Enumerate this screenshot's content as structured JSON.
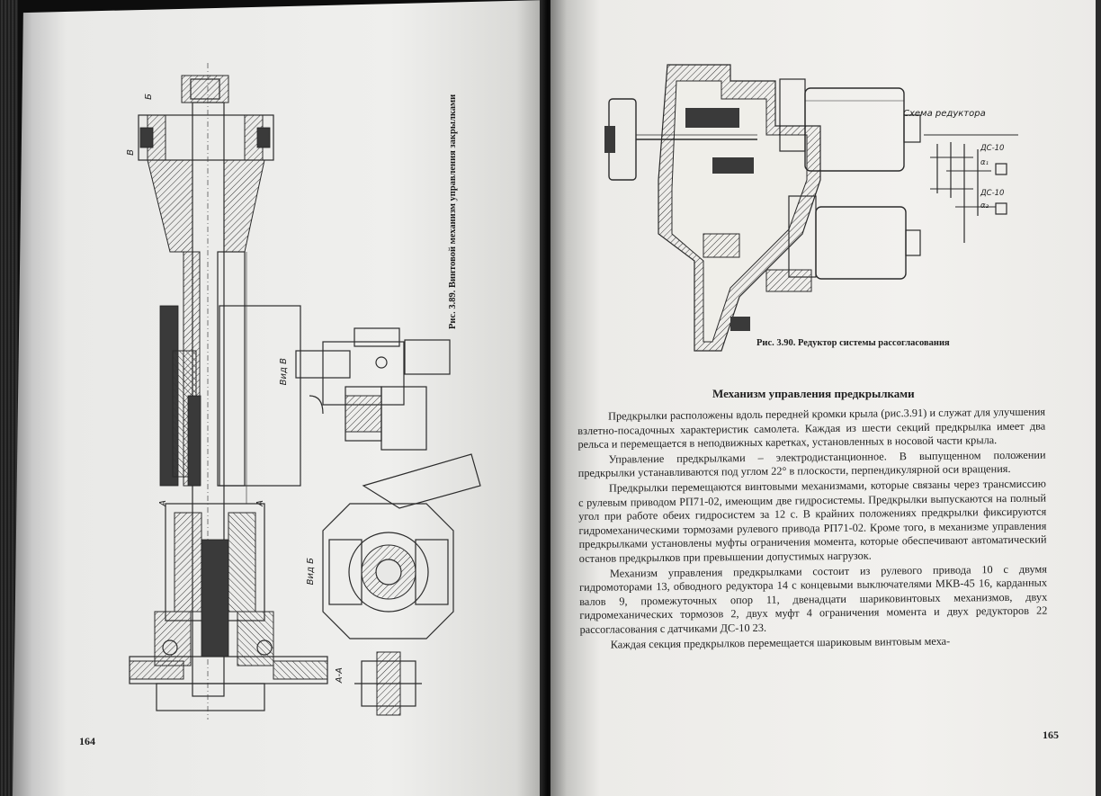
{
  "left_page": {
    "page_number": "164",
    "figure_caption": "Рис. 3.89. Винтовой механизм управления закрылками",
    "view_labels": [
      "Б",
      "В",
      "Вид В",
      "Вид Б",
      "А-А",
      "А",
      "А"
    ]
  },
  "right_page": {
    "page_number": "165",
    "figure_caption": "Рис. 3.90. Редуктор системы рассогласования",
    "scheme_label": "Схема редуктора",
    "scheme_ds1": "ДС-10",
    "scheme_alpha1": "α₁",
    "scheme_ds2": "ДС-10",
    "scheme_alpha2": "α₂",
    "section_title": "Механизм управления предкрылками",
    "paragraphs": [
      "Предкрылки расположены вдоль передней кромки крыла (рис.3.91) и служат для улучшения взлетно-посадочных характеристик самолета. Каждая из шести секций предкрылка имеет два рельса и перемещается в неподвижных каретках, установленных в носовой части крыла.",
      "Управление предкрылками – электродистанционное. В выпущенном положении предкрылки устанавливаются под углом 22° в плоскости, перпендикулярной оси вращения.",
      "Предкрылки перемещаются винтовыми механизмами, которые связаны через трансмиссию с рулевым приводом РП71-02, имеющим две гидросистемы. Предкрылки выпускаются на полный угол при работе обеих гидросистем за 12 с. В крайних положениях предкрылки фиксируются гидромеханическими тормозами рулевого привода РП71-02. Кроме того, в механизме управления предкрылками установлены муфты ограничения момента, которые обеспечивают автоматический останов предкрылков при превышении допустимых нагрузок.",
      "Механизм управления предкрылками состоит из рулевого привода 10 с двумя гидромоторами 13, обводного редуктора 14 с концевыми выключателями МКВ-45 16, карданных валов 9, промежуточных опор 11, двенадцати шариковинтовых механизмов, двух гидромеханических тормозов 2, двух муфт 4 ограничения момента и двух редукторов 22 рассогласования с датчиками ДС-10 23.",
      "Каждая секция предкрылков перемещается шариковым винтовым меха-"
    ]
  }
}
